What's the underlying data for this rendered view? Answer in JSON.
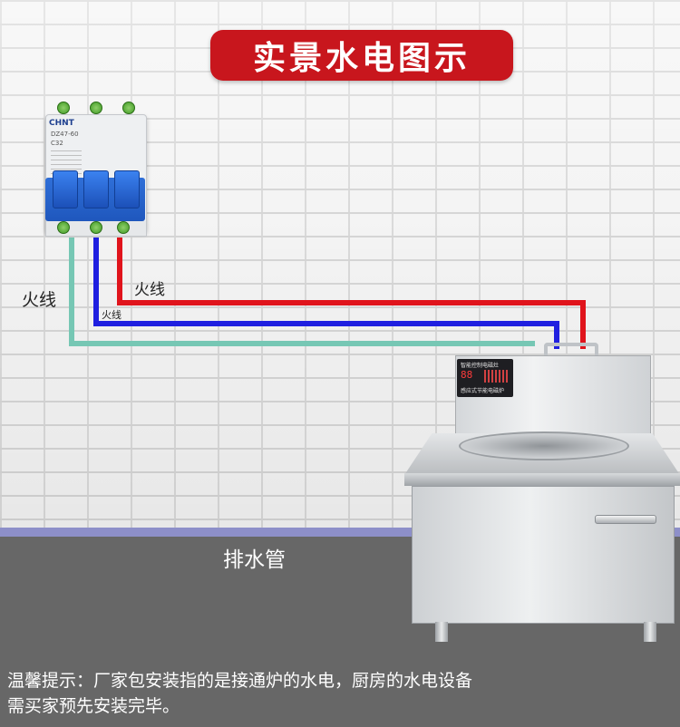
{
  "title": "实景水电图示",
  "breaker": {
    "brand": "CHNT",
    "model": "DZ47-60",
    "curve": "C32"
  },
  "wire_labels": {
    "left": "火线",
    "upper": "火线",
    "small": "火线"
  },
  "stove_panel": {
    "header": "智能控制电磁灶",
    "digits": "88",
    "footer": "感应式节能电磁炉"
  },
  "drain_label": "排水管",
  "tip": {
    "line1": "温馨提示：厂家包安装指的是接通炉的水电，厨房的水电设备",
    "line2": "需买家预先安装完毕。"
  },
  "colors": {
    "title_bg": "#c8161d",
    "wire_red": "#e0141c",
    "wire_blue": "#1f1fe0",
    "wire_green": "#76c7b4",
    "floor": "#676767",
    "floor_strip": "#8d8fc9"
  }
}
